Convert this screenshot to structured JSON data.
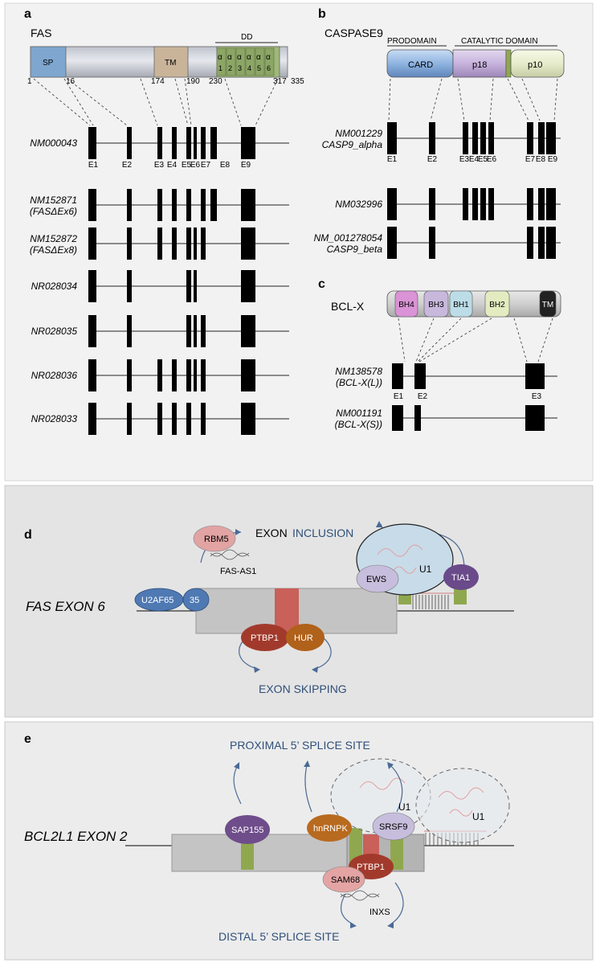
{
  "panel_a": {
    "letter": "a",
    "title": "FAS",
    "domain_bracket": "DD",
    "domains": {
      "sp": "SP",
      "tm": "TM"
    },
    "alpha_glyph": "α",
    "helix_numbers": [
      "1",
      "2",
      "3",
      "4",
      "5",
      "6"
    ],
    "positions": [
      "1",
      "16",
      "174",
      "190",
      "230",
      "317",
      "335"
    ],
    "ref_transcript": "NM000043",
    "exon_labels": [
      "E1",
      "E2",
      "E3",
      "E4",
      "E5",
      "E6",
      "E7",
      "E8",
      "E9"
    ],
    "transcripts": [
      {
        "id": "NM152871",
        "sub": "(FASΔEx6)"
      },
      {
        "id": "NM152872",
        "sub": "(FASΔEx8)"
      },
      {
        "id": "NR028034",
        "sub": ""
      },
      {
        "id": "NR028035",
        "sub": ""
      },
      {
        "id": "NR028036",
        "sub": ""
      },
      {
        "id": "NR028033",
        "sub": ""
      }
    ]
  },
  "panel_b": {
    "letter": "b",
    "title": "CASPASE9",
    "prodomain": "PRODOMAIN",
    "catalytic": "CATALYTIC DOMAIN",
    "domains": [
      "CARD",
      "p18",
      "p10"
    ],
    "transcripts": [
      {
        "id": "NM001229",
        "sub": "CASP9_alpha"
      },
      {
        "id": "NM032996",
        "sub": ""
      },
      {
        "id": "NM_001278054",
        "sub": "CASP9_beta"
      }
    ],
    "exon_labels": [
      "E1",
      "E2",
      "E3",
      "E4",
      "E5",
      "E6",
      "E7",
      "E8",
      "E9"
    ]
  },
  "panel_c": {
    "letter": "c",
    "title": "BCL-X",
    "domains": [
      "BH4",
      "BH3",
      "BH1",
      "BH2",
      "TM"
    ],
    "transcripts": [
      {
        "id": "NM138578",
        "sub": "(BCL-X(L))"
      },
      {
        "id": "NM001191",
        "sub": "(BCL-X(S))"
      }
    ],
    "exon_labels": [
      "E1",
      "E2",
      "E3"
    ]
  },
  "panel_d": {
    "letter": "d",
    "gene_label": "FAS EXON 6",
    "inclusion_label_a": "EXON",
    "inclusion_label_b": "INCLUSION",
    "skipping_label": "EXON SKIPPING",
    "factors": [
      "RBM5",
      "FAS-AS1",
      "U2AF65",
      "35",
      "PTBP1",
      "HUR",
      "EWS",
      "U1",
      "TIA1"
    ]
  },
  "panel_e": {
    "letter": "e",
    "gene_label": "BCL2L1 EXON 2",
    "proximal_label": "PROXIMAL 5’ SPLICE SITE",
    "distal_label": "DISTAL 5’ SPLICE SITE",
    "factors": [
      "SAP155",
      "hnRNPK",
      "SRSF9",
      "U1",
      "U1",
      "PTBP1",
      "SAM68",
      "INXS"
    ]
  },
  "colors": {
    "panel_bg": "#f2f2f2",
    "panel_bg_dark": "#e4e4e4",
    "exon": "#000000",
    "label_blue": "#2f4f7a",
    "sp": "#7ea6cf",
    "tm": "#c9b49a",
    "dd": "#9fb87a",
    "card": "#8fb4e0",
    "p18": "#c7b3dd",
    "p10": "#e6eccb",
    "bh4": "#d993d6",
    "bh3": "#c8b8dc",
    "bh1": "#bcdde8",
    "bh2": "#e3ebc0",
    "tm_bcl": "#222222",
    "green_bar": "#8fa84f",
    "red_band": "#c9605a",
    "rbm5": "#e2a3a3",
    "u2af": "#4f79b3",
    "ptbp1": "#a23a2c",
    "hur": "#b0611a",
    "ews": "#c6bedc",
    "u1": "#c8dbe9",
    "tia1": "#6a4a8a",
    "sap155": "#6f4d8b",
    "hnrnpk": "#b86a1f",
    "srsf9": "#c6bedc",
    "sam68": "#e4a4a4"
  }
}
